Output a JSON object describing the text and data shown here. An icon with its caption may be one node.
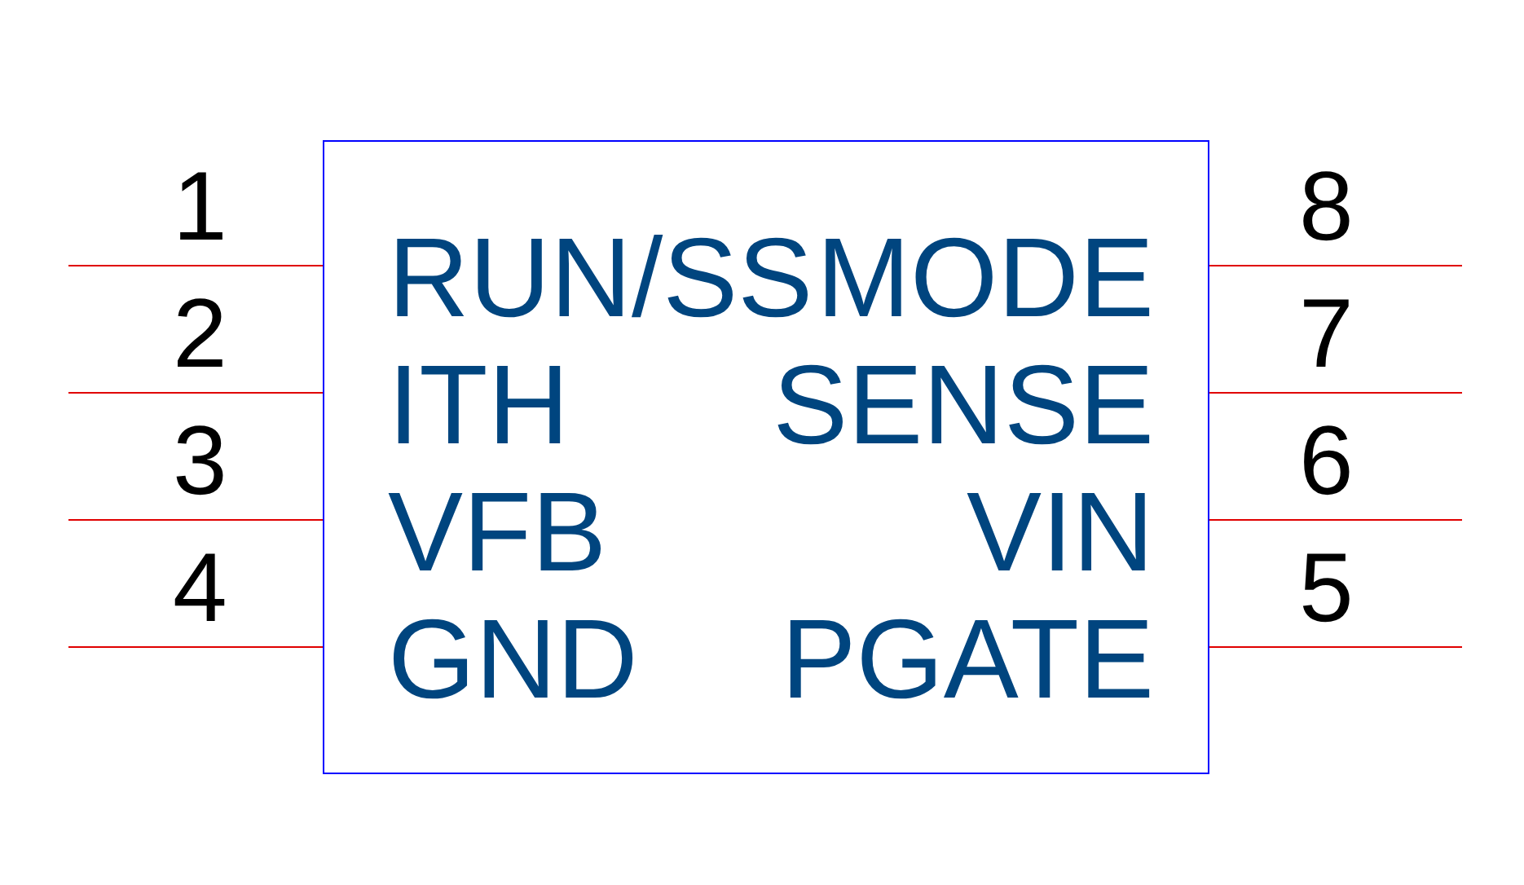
{
  "diagram": {
    "nodes": [
      {
        "text": [
          "RUN/SS",
          "MODE",
          "ITH",
          "SENSE",
          "VFB",
          "VIN",
          "GND",
          "PGATE"
        ]
      }
    ],
    "labels": [
      "1",
      "8",
      "2",
      "7",
      "3",
      "6",
      "4",
      "5"
    ]
  }
}
